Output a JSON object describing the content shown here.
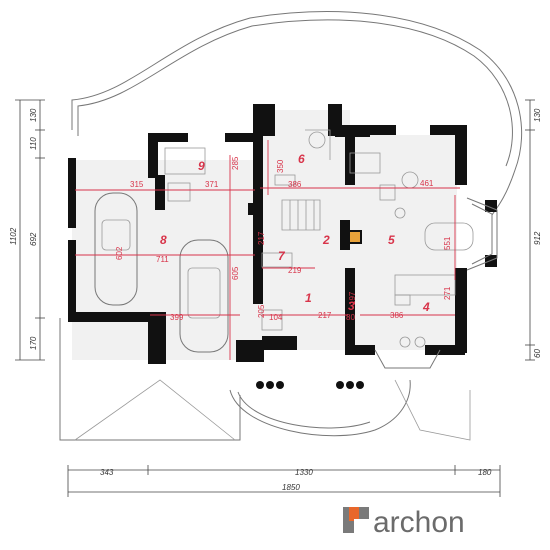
{
  "rooms": [
    {
      "number": "1"
    },
    {
      "number": "2"
    },
    {
      "number": "3"
    },
    {
      "number": "4"
    },
    {
      "number": "5"
    },
    {
      "number": "6"
    },
    {
      "number": "7"
    },
    {
      "number": "8"
    },
    {
      "number": "9"
    }
  ],
  "inner_dimensions": {
    "d315": "315",
    "d371": "371",
    "d285": "285",
    "d350": "350",
    "d386a": "386",
    "d461": "461",
    "d602": "602",
    "d711": "711",
    "d217a": "217",
    "d219": "219",
    "d605": "605",
    "d551": "551",
    "d271": "271",
    "d205": "205",
    "d399": "399",
    "d104": "104",
    "d217b": "217",
    "d80": "80",
    "d386b": "386",
    "d197": "197"
  },
  "outer_dimensions": {
    "bottom": [
      "343",
      "1330",
      "180"
    ],
    "total_width": "1850",
    "left_side": [
      "130",
      "110",
      "692",
      "170"
    ],
    "left_total": "1102",
    "right_side": [
      "130",
      "912",
      "60"
    ]
  },
  "logo": {
    "text": "archon"
  },
  "colors": {
    "accent": "#d8344a",
    "logo_orange": "#e8672b",
    "logo_gray": "#7a7a7a"
  }
}
